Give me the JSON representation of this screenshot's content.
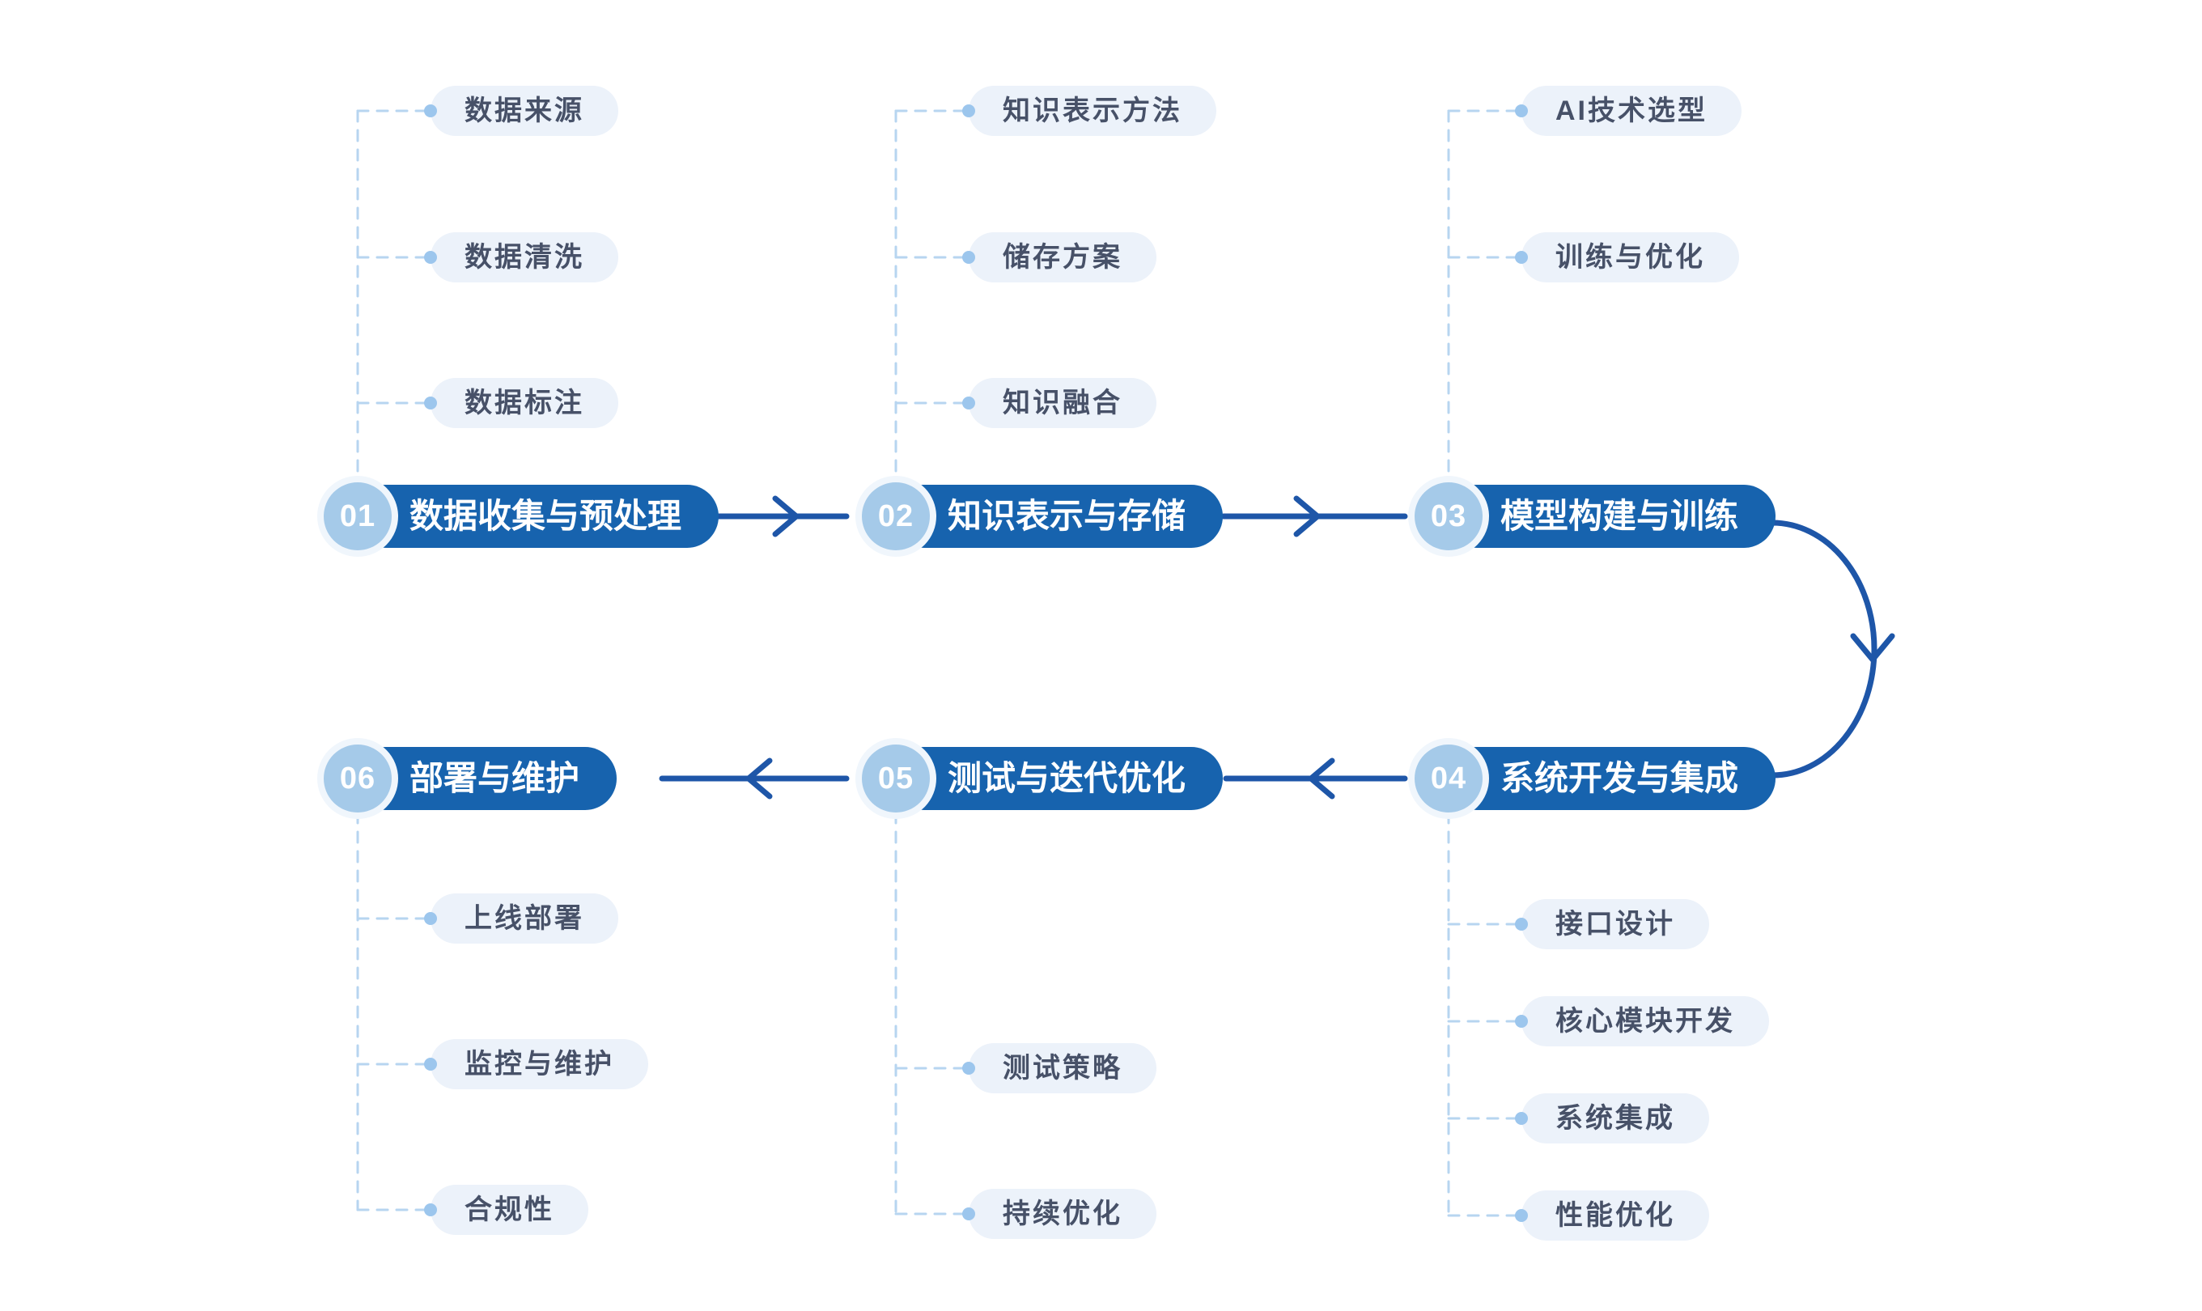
{
  "diagram": {
    "type": "flowchart",
    "background": "#ffffff",
    "flow_order": [
      "01",
      "02",
      "03",
      "04",
      "05",
      "06"
    ],
    "stages": [
      {
        "number": "01",
        "label": "数据收集与预处理",
        "sub_items": [
          "数据来源",
          "数据清洗",
          "数据标注"
        ]
      },
      {
        "number": "02",
        "label": "知识表示与存储",
        "sub_items": [
          "知识表示方法",
          "储存方案",
          "知识融合"
        ]
      },
      {
        "number": "03",
        "label": "模型构建与训练",
        "sub_items": [
          "AI技术选型",
          "训练与优化"
        ]
      },
      {
        "number": "04",
        "label": "系统开发与集成",
        "sub_items": [
          "接口设计",
          "核心模块开发",
          "系统集成",
          "性能优化"
        ]
      },
      {
        "number": "05",
        "label": "测试与迭代优化",
        "sub_items": [
          "测试策略",
          "持续优化"
        ]
      },
      {
        "number": "06",
        "label": "部署与维护",
        "sub_items": [
          "上线部署",
          "监控与维护",
          "合规性"
        ]
      }
    ],
    "colors": {
      "stage_pill": "#1763ae",
      "stage_badge": "#a5cae9",
      "badge_ring": "#f0f6fc",
      "stage_text": "#ffffff",
      "arrow": "#1e56a8",
      "sub_pill": "#ecf2fa",
      "sub_text": "#475168",
      "dashed_line": "#b7d5f0",
      "branch_dot": "#9cc6ed"
    }
  }
}
